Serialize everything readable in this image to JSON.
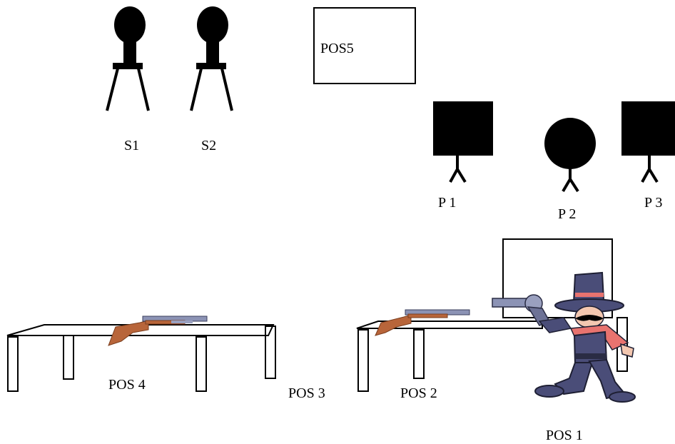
{
  "labels": {
    "s1": "S1",
    "s2": "S2",
    "pos5": "POS5",
    "p1": "P 1",
    "p2": "P 2",
    "p3": "P 3",
    "pos4": "POS 4",
    "pos3": "POS 3",
    "pos2": "POS 2",
    "pos1": "POS 1"
  },
  "icons": {
    "steel_target": "silhouette-steel-target-icon",
    "paper_square": "square-paper-target-icon",
    "paper_round": "round-paper-target-icon",
    "rifle": "rifle-icon",
    "shooter": "cowboy-gunslinger-icon"
  },
  "colors": {
    "ink": "#000000",
    "stock": "#b8653a",
    "barrel": "#8c93b5",
    "shooter_body": "#4a4d78",
    "shooter_shirt": "#e8736f",
    "shooter_skin": "#f3c7b0"
  }
}
